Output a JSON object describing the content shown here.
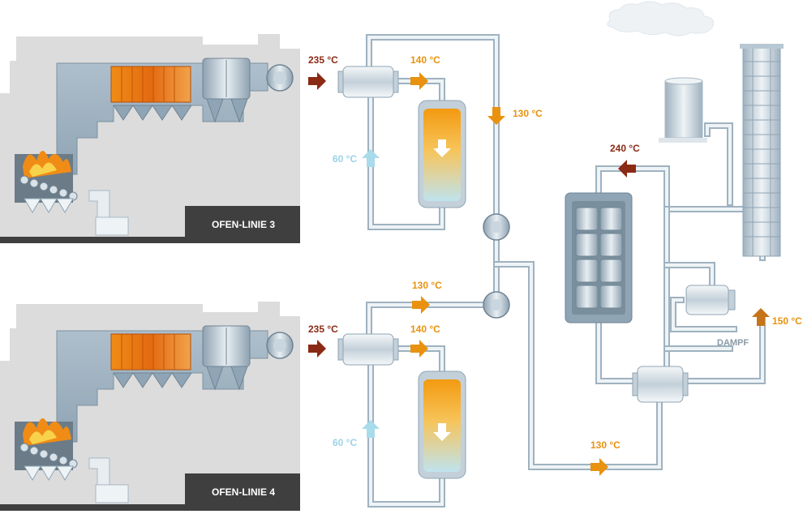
{
  "lines": [
    {
      "label": "OFEN-LINIE 3",
      "exhaust_temp": "235 °C",
      "outlet_temp": "140 °C",
      "return_temp": "60 °C"
    },
    {
      "label": "OFEN-LINIE 4",
      "exhaust_temp": "235 °C",
      "outlet_temp": "140 °C",
      "return_temp": "60 °C"
    }
  ],
  "loop": {
    "return_temp_1": "130 °C",
    "supply_temp_2": "130 °C",
    "bottom_temp": "130 °C"
  },
  "evaporator": {
    "outlet_temp": "240 °C"
  },
  "stack": {
    "temp": "150 °C"
  },
  "steam": {
    "label": "DAMPF"
  },
  "colors": {
    "hot": "#8b2a14",
    "warm": "#e8920f",
    "cold": "#9bd3e6",
    "pipe": "#b7c7d3",
    "building": "#dcdcdc",
    "label_box": "#3f3f3f"
  }
}
